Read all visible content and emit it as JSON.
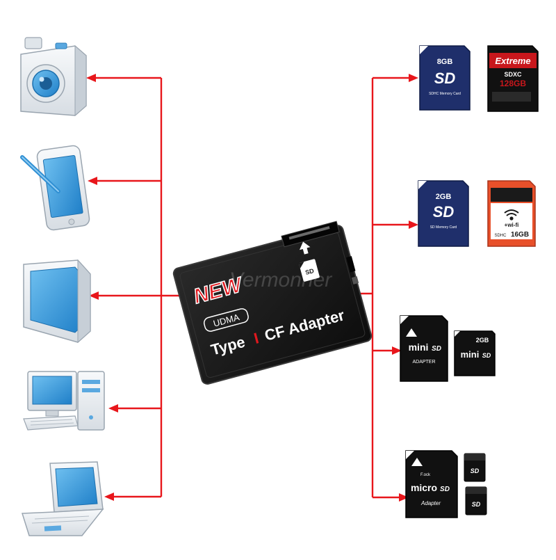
{
  "colors": {
    "connector": "#e8161b",
    "icon_blue": "#2f8fd3",
    "icon_light": "#e9eef3",
    "card_navy": "#1f2f6b",
    "card_black": "#111111",
    "adapter_black": "#1a1a1a",
    "new_red": "#e0181e",
    "wifi_orange": "#e8502a"
  },
  "devices": [
    {
      "name": "camera",
      "icon": "camera-icon"
    },
    {
      "name": "tablet-with-stylus",
      "icon": "tablet-icon"
    },
    {
      "name": "monitor",
      "icon": "monitor-icon"
    },
    {
      "name": "desktop-computer",
      "icon": "desktop-computer-icon"
    },
    {
      "name": "laptop",
      "icon": "laptop-icon"
    }
  ],
  "adapter": {
    "badge": "NEW",
    "udma": "UDMA",
    "label_a": "Type",
    "label_b": "I",
    "label_c": "CF Adapter",
    "watermark": "Vermonher"
  },
  "cards": {
    "row1": {
      "sd_capacity": "8GB",
      "sd_logo": "SD",
      "sd_caption": "SDHC Memory Card",
      "extreme_brand": "Extreme",
      "extreme_capacity": "128GB",
      "extreme_class": "SDXC"
    },
    "row2": {
      "sd_capacity": "2GB",
      "sd_logo": "SD",
      "sd_caption": "SD Memory Card",
      "wifi_label": "+wi-fi",
      "wifi_capacity": "16GB",
      "wifi_class": "SDHC"
    },
    "row3": {
      "mini_adapter_logo_a": "mini",
      "mini_adapter_logo_b": "SD",
      "mini_adapter_caption": "ADAPTER",
      "mini_card_capacity": "2GB",
      "mini_card_logo_a": "mini",
      "mini_card_logo_b": "SD"
    },
    "row4": {
      "micro_adapter_logo_a": "micro",
      "micro_adapter_logo_b": "SD",
      "micro_adapter_caption": "Adapter",
      "micro_adapter_top": "F.ock",
      "micro_card_logo": "SD"
    }
  }
}
